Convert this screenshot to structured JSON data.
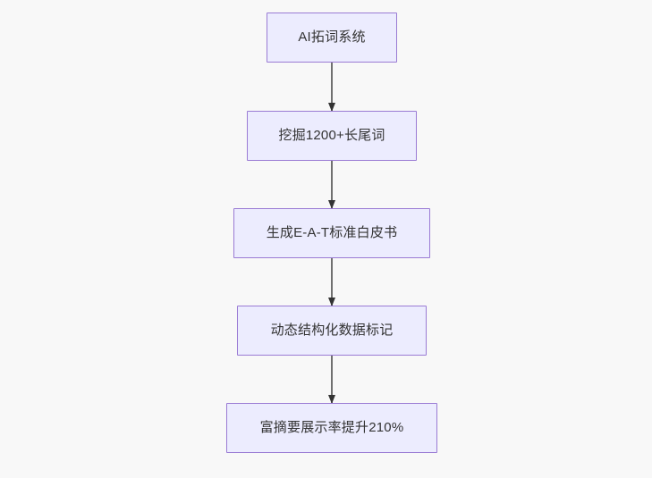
{
  "diagram": {
    "type": "flowchart",
    "direction": "top-to-bottom",
    "background_color": "#f8f8f8",
    "node_fill_color": "#ececfe",
    "node_border_color": "#9a7bd4",
    "node_text_color": "#333333",
    "edge_color": "#707070",
    "nodes": [
      {
        "id": "n1",
        "label": "AI拓词系统"
      },
      {
        "id": "n2",
        "label": "挖掘1200+长尾词"
      },
      {
        "id": "n3",
        "label": "生成E-A-T标准白皮书"
      },
      {
        "id": "n4",
        "label": "动态结构化数据标记"
      },
      {
        "id": "n5",
        "label": "富摘要展示率提升210%"
      }
    ],
    "edges": [
      {
        "from": "n1",
        "to": "n2",
        "label": ""
      },
      {
        "from": "n2",
        "to": "n3",
        "label": ""
      },
      {
        "from": "n3",
        "to": "n4",
        "label": ""
      },
      {
        "from": "n4",
        "to": "n5",
        "label": ""
      }
    ]
  }
}
